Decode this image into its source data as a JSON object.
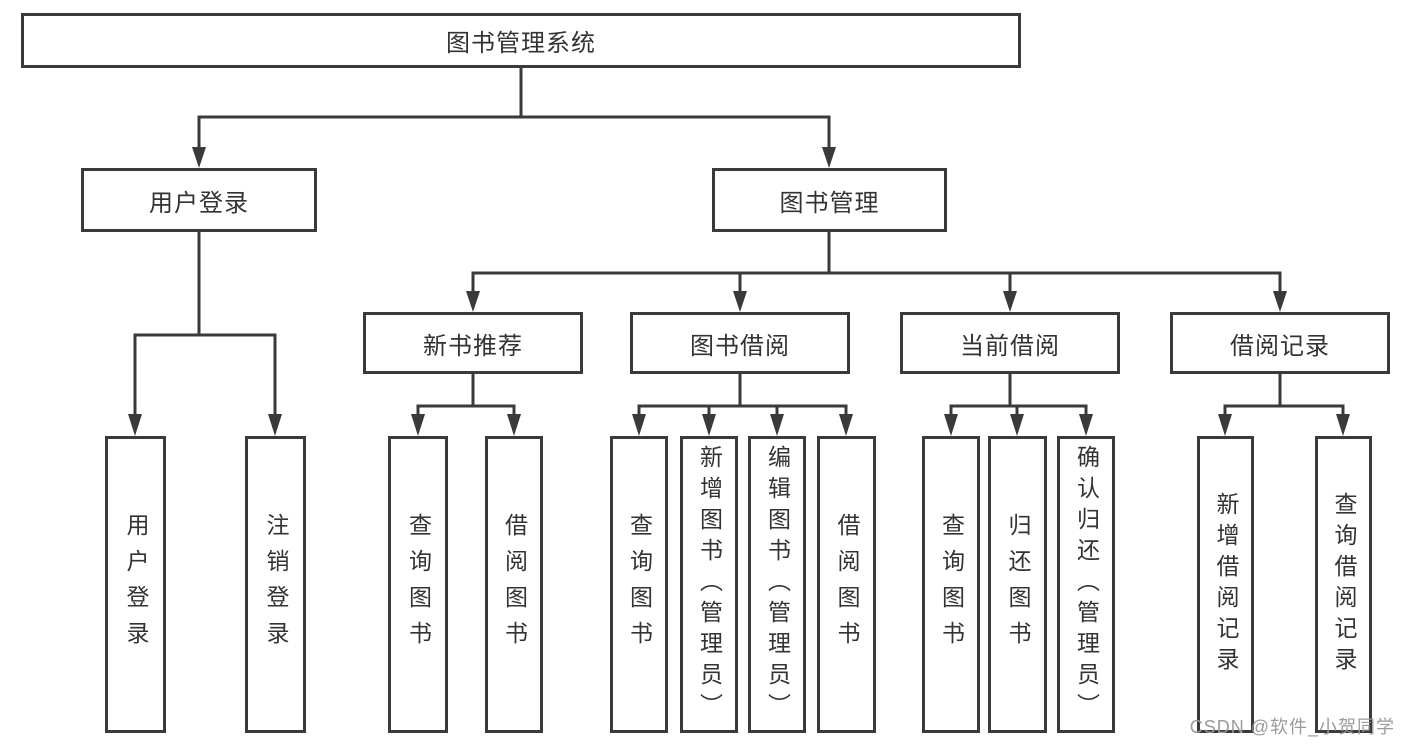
{
  "tree": {
    "root": {
      "label": "图书管理系统"
    },
    "branches": [
      {
        "label": "用户登录",
        "children": [
          {
            "label": "用户登录"
          },
          {
            "label": "注销登录"
          }
        ]
      },
      {
        "label": "图书管理",
        "children": [
          {
            "label": "新书推荐",
            "children": [
              {
                "label": "查询图书"
              },
              {
                "label": "借阅图书"
              }
            ]
          },
          {
            "label": "图书借阅",
            "children": [
              {
                "label": "查询图书"
              },
              {
                "label": "新增图书（管理员）"
              },
              {
                "label": "编辑图书（管理员）"
              },
              {
                "label": "借阅图书"
              }
            ]
          },
          {
            "label": "当前借阅",
            "children": [
              {
                "label": "查询图书"
              },
              {
                "label": "归还图书"
              },
              {
                "label": "确认归还（管理员）"
              }
            ]
          },
          {
            "label": "借阅记录",
            "children": [
              {
                "label": "新增借阅记录"
              },
              {
                "label": "查询借阅记录"
              }
            ]
          }
        ]
      }
    ]
  },
  "watermark": "CSDN @软件_小贺同学",
  "colors": {
    "line": "#3a3a3a",
    "text": "#333333",
    "watermark": "#9b9b9b",
    "background": "#ffffff"
  }
}
